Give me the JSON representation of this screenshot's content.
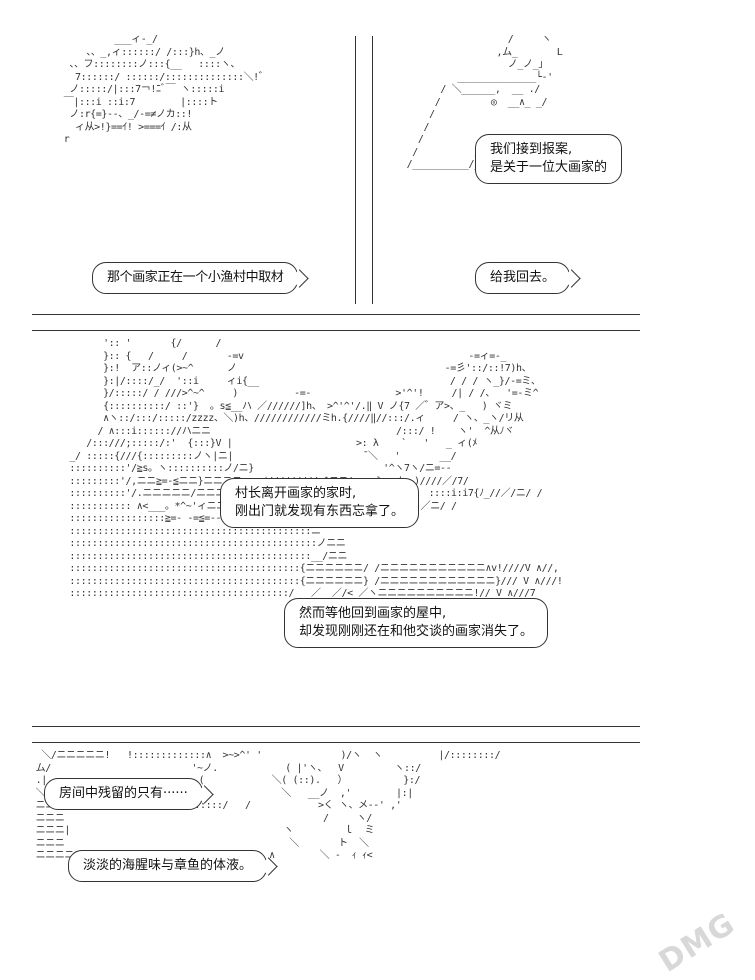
{
  "panels": [
    {
      "id": "panel-1",
      "bubble_lines": [
        "那个画家正在一个小渔村中取材"
      ]
    },
    {
      "id": "panel-2",
      "bubble_lines": [
        "我们接到报案,",
        "是关于一位大画家的"
      ],
      "bubble2_lines": [
        "给我回去。"
      ]
    },
    {
      "id": "panel-3",
      "bubble_lines": [
        "村长离开画家的家时,",
        "刚出门就发现有东西忘拿了。"
      ],
      "bubble2_lines": [
        "然而等他回到画家的屋中,",
        "却发现刚刚还在和他交谈的画家消失了。"
      ]
    },
    {
      "id": "panel-4",
      "bubble_lines": [
        "房间中残留的只有······"
      ],
      "bubble2_lines": [
        "淡淡的海腥味与章鱼的体液。"
      ]
    }
  ],
  "watermark": "DMG"
}
